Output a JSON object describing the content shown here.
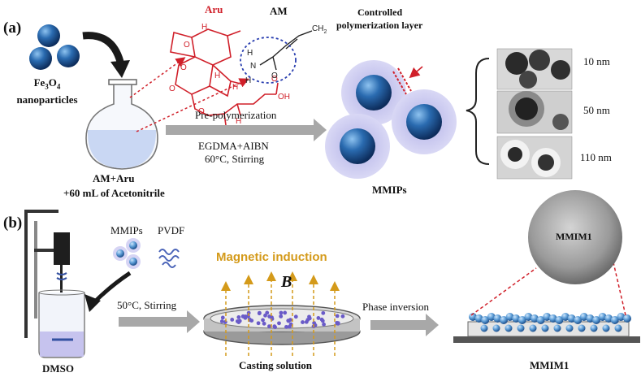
{
  "panel_a": {
    "label": "(a)",
    "fe3o4_line1": "Fe",
    "fe3o4_sub3": "3",
    "fe3o4_o": "O",
    "fe3o4_sub4": "4",
    "fe3o4_line2": "nanoparticles",
    "flask_label_line1": "AM+Aru",
    "flask_label_line2": "+60 mL of Acetonitrile",
    "aru_label": "Aru",
    "am_label": "AM",
    "molecule_atoms": {
      "H": "H",
      "O": "O",
      "N": "N",
      "OH": "OH",
      "CH2": "CH",
      "CH2_sub": "2"
    },
    "step_label": "Pre-polymerization",
    "reagents": "EGDMA+AIBN",
    "conditions": "60°C, Stirring",
    "controlled_line1": "Controlled",
    "controlled_line2": "polymerization layer",
    "product": "MMIPs",
    "tem_sizes": [
      "10 nm",
      "50 nm",
      "110 nm"
    ]
  },
  "panel_b": {
    "label": "(b)",
    "mmips": "MMIPs",
    "pvdf": "PVDF",
    "dmso": "DMSO",
    "conditions": "50°C, Stirring",
    "magnetic": "Magnetic induction",
    "field_symbol": "B",
    "casting": "Casting solution",
    "phase_inversion": "Phase inversion",
    "sphere_label": "MMIM1",
    "membrane_label": "MMIM1"
  },
  "colors": {
    "red": "#d0202a",
    "navy": "#1b3f7a",
    "blue_sphere": "#2a6bb0",
    "shell": "#c9c8ef",
    "gold": "#d49a1a",
    "arrow_gray": "#a8a8a8",
    "purple_dot": "#6a5bc8"
  }
}
